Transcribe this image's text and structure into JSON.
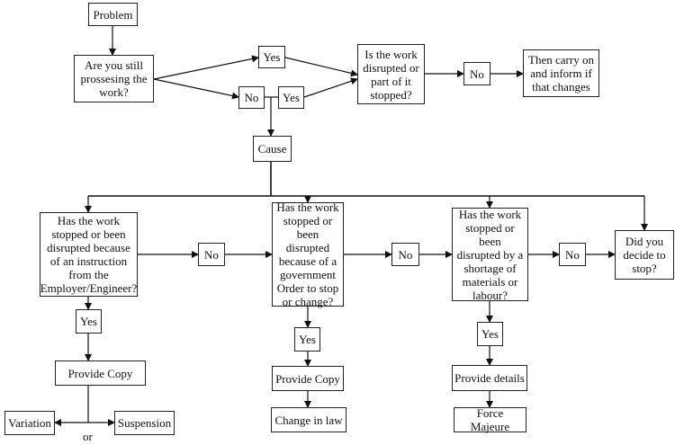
{
  "nodes": {
    "problem": "Problem",
    "q_still_processing": "Are you still\nprossesing the\nwork?",
    "yes_top": "Yes",
    "no_mid": "No",
    "yes_mid": "Yes",
    "q_disrupted": "Is the work\ndisrupted or\npart of it\nstopped?",
    "no_top": "No",
    "carry_on": "Then carry on\nand inform if\nthat changes",
    "cause": "Cause",
    "q_instruction": "Has the work\nstopped or been\ndisrupted because\nof an instruction\nfrom the\nEmployer/Engineer?",
    "no_1": "No",
    "q_government": "Has the work\nstopped or\nbeen\ndisrupted\nbecause of a\ngovernment\nOrder to stop\nor change?",
    "no_2": "No",
    "q_shortage": "Has the work\nstopped or\nbeen\ndisrupted by a\nshortage of\nmaterials or\nlabour?",
    "no_3": "No",
    "q_decide": "Did you\ndecide to\nstop?",
    "yes_1": "Yes",
    "provide_copy_1": "Provide Copy",
    "variation": "Variation",
    "suspension": "Suspension",
    "yes_2": "Yes",
    "provide_copy_2": "Provide Copy",
    "change_in_law": "Change in law",
    "yes_3": "Yes",
    "provide_details": "Provide details",
    "force_majeure": "Force Majeure"
  },
  "labels": {
    "or": "or"
  }
}
